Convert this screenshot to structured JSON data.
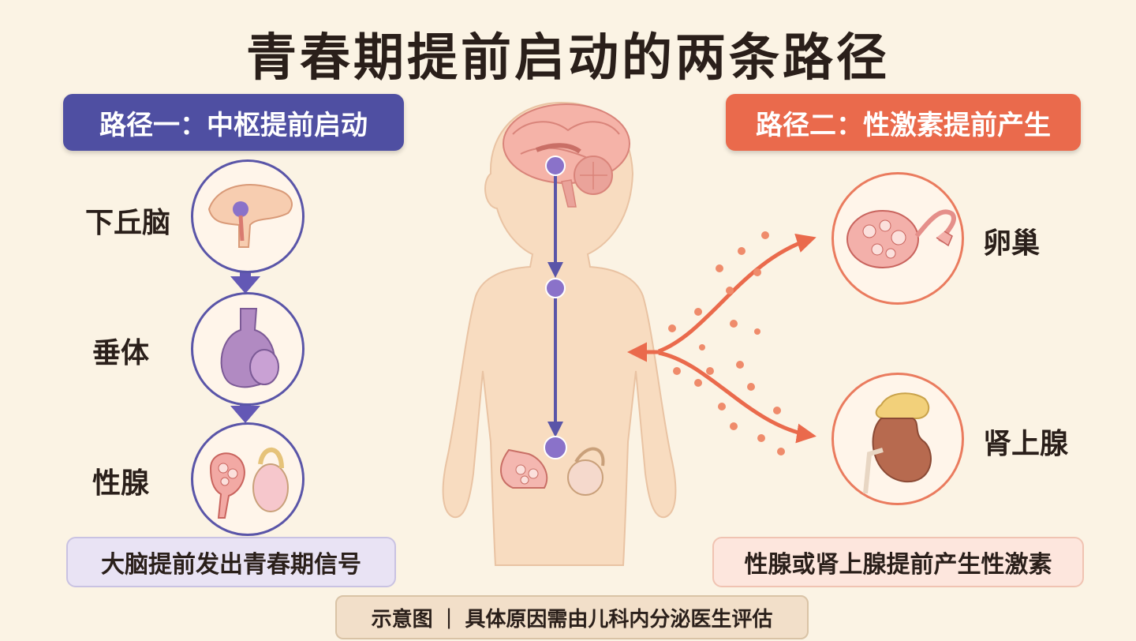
{
  "title": "青春期提前启动的两条路径",
  "path1": {
    "heading": "路径一：中枢提前启动",
    "steps": [
      "下丘脑",
      "垂体",
      "性腺"
    ],
    "summary": "大脑提前发出青春期信号"
  },
  "path2": {
    "heading": "路径二：性激素提前产生",
    "sources": [
      "卵巢",
      "肾上腺"
    ],
    "summary": "性腺或肾上腺提前产生性激素"
  },
  "footer": {
    "left": "示意图",
    "right": "具体原因需由儿科内分泌医生评估"
  },
  "colors": {
    "path1_accent": "#4f4fa2",
    "path2_accent": "#ea6a4c",
    "background": "#fbf3e4"
  }
}
